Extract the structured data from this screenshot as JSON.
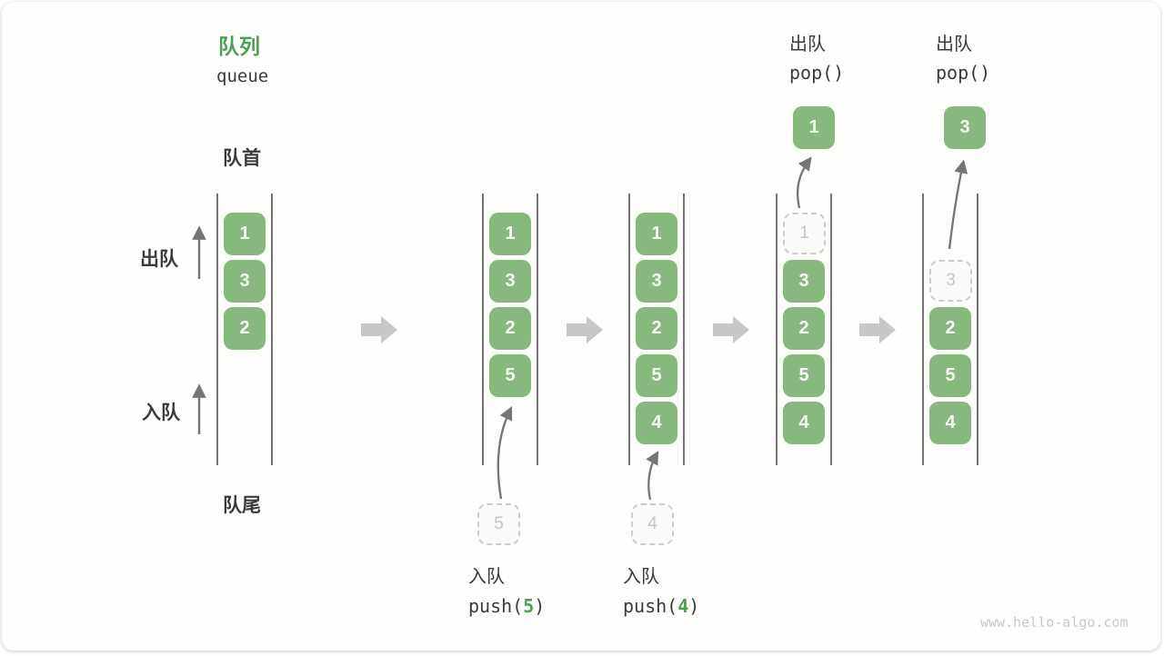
{
  "title": {
    "zh": "队列",
    "en": "queue"
  },
  "side_labels": {
    "front": "队首",
    "rear": "队尾",
    "dequeue": "出队",
    "enqueue": "入队"
  },
  "watermark": "www.hello-algo.com",
  "colors": {
    "accent_green": "#4da054",
    "box_green": "#87b97f",
    "text_dark": "#3b3b3b",
    "muted_gray": "#c6c6c6",
    "line_gray": "#525252",
    "arrow_gray": "#757575",
    "transition_arrow_gray": "#c7c7c7"
  },
  "states": [
    {
      "name": "state-initial",
      "items": [
        {
          "value": "1",
          "slot": 0,
          "style": "solid"
        },
        {
          "value": "3",
          "slot": 1,
          "style": "solid"
        },
        {
          "value": "2",
          "slot": 2,
          "style": "solid"
        }
      ]
    },
    {
      "name": "state-after-push-5",
      "items": [
        {
          "value": "1",
          "slot": 0,
          "style": "solid"
        },
        {
          "value": "3",
          "slot": 1,
          "style": "solid"
        },
        {
          "value": "2",
          "slot": 2,
          "style": "solid"
        },
        {
          "value": "5",
          "slot": 3,
          "style": "solid"
        }
      ],
      "incoming_value": "5",
      "op": {
        "label": "入队",
        "code_pre": "push(",
        "code_arg": "5",
        "code_post": ")"
      },
      "op_position": "bottom"
    },
    {
      "name": "state-after-push-4",
      "items": [
        {
          "value": "1",
          "slot": 0,
          "style": "solid"
        },
        {
          "value": "3",
          "slot": 1,
          "style": "solid"
        },
        {
          "value": "2",
          "slot": 2,
          "style": "solid"
        },
        {
          "value": "5",
          "slot": 3,
          "style": "solid"
        },
        {
          "value": "4",
          "slot": 4,
          "style": "solid"
        }
      ],
      "incoming_value": "4",
      "op": {
        "label": "入队",
        "code_pre": "push(",
        "code_arg": "4",
        "code_post": ")"
      },
      "op_position": "bottom"
    },
    {
      "name": "state-after-pop-1",
      "items": [
        {
          "value": "1",
          "slot": 0,
          "style": "dashed"
        },
        {
          "value": "3",
          "slot": 1,
          "style": "solid"
        },
        {
          "value": "2",
          "slot": 2,
          "style": "solid"
        },
        {
          "value": "5",
          "slot": 3,
          "style": "solid"
        },
        {
          "value": "4",
          "slot": 4,
          "style": "solid"
        }
      ],
      "popped_value": "1",
      "op": {
        "label": "出队",
        "code_pre": "pop()",
        "code_arg": "",
        "code_post": ""
      },
      "op_position": "top"
    },
    {
      "name": "state-after-pop-3",
      "items": [
        {
          "value": "3",
          "slot": 1,
          "style": "dashed"
        },
        {
          "value": "2",
          "slot": 2,
          "style": "solid"
        },
        {
          "value": "5",
          "slot": 3,
          "style": "solid"
        },
        {
          "value": "4",
          "slot": 4,
          "style": "solid"
        }
      ],
      "popped_value": "3",
      "op": {
        "label": "出队",
        "code_pre": "pop()",
        "code_arg": "",
        "code_post": ""
      },
      "op_position": "top"
    }
  ]
}
